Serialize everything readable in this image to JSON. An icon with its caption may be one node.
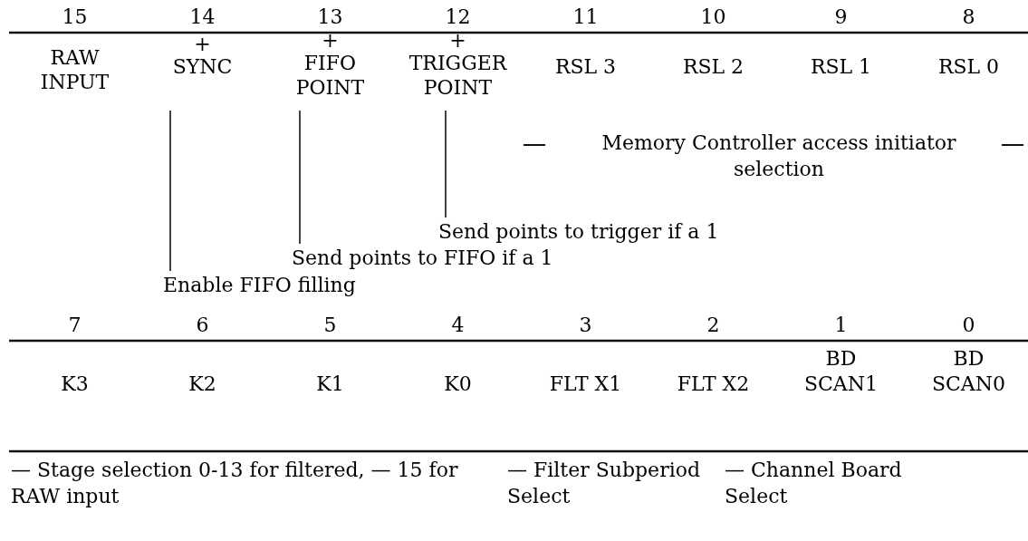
{
  "diagram": {
    "nodes": [
      {
        "text": [
          "15",
          "RAW INPUT"
        ]
      },
      {
        "text": [
          "14",
          "+",
          "SYNC"
        ]
      },
      {
        "text": [
          "13",
          "+",
          "FIFO POINT"
        ]
      },
      {
        "text": [
          "12",
          "+",
          "TRIGGER POINT"
        ]
      },
      {
        "text": [
          "11",
          "RSL 3"
        ]
      },
      {
        "text": [
          "10",
          "RSL 2"
        ]
      },
      {
        "text": [
          "9",
          "RSL 1"
        ]
      },
      {
        "text": [
          "8",
          "RSL 0"
        ]
      },
      {
        "text": [
          "Send points to trigger if a 1"
        ]
      },
      {
        "text": [
          "Send points to FIFO if a 1"
        ]
      },
      {
        "text": [
          "Enable FIFO filling"
        ]
      },
      {
        "text": [
          "7",
          "K3"
        ]
      },
      {
        "text": [
          "6",
          "K2"
        ]
      },
      {
        "text": [
          "5",
          "K1"
        ]
      },
      {
        "text": [
          "4",
          "K0"
        ]
      },
      {
        "text": [
          "3",
          "FLT X1"
        ]
      },
      {
        "text": [
          "2",
          "FLT X2"
        ]
      },
      {
        "text": [
          "1",
          "BD SCAN1"
        ]
      },
      {
        "text": [
          "0",
          "BD SCAN0"
        ]
      }
    ],
    "edges": [
      {
        "from": 3,
        "to": 8,
        "arrow": "none"
      },
      {
        "from": 2,
        "to": 9,
        "arrow": "none"
      },
      {
        "from": 1,
        "to": 10,
        "arrow": "none"
      }
    ],
    "labels": [
      "Memory Controller access initiator selection",
      "— Stage selection 0-13 for filtered, — 15 for RAW input",
      "— Filter Subperiod Select",
      "— Channel Board Select"
    ]
  }
}
